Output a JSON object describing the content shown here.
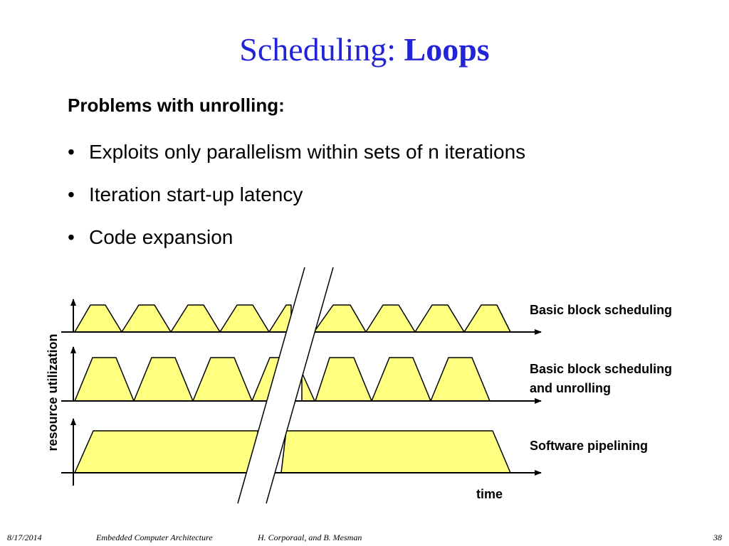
{
  "slide": {
    "title_prefix": "Scheduling: ",
    "title_bold": "Loops",
    "subheading": "Problems with unrolling:",
    "bullets": [
      "Exploits only parallelism within sets of n iterations",
      "Iteration start-up latency",
      "Code expansion"
    ]
  },
  "diagram": {
    "y_axis_label": "resource utilization",
    "x_axis_label": "time",
    "rows": [
      {
        "label_lines": [
          "Basic block scheduling"
        ]
      },
      {
        "label_lines": [
          "Basic block scheduling",
          "and unrolling"
        ]
      },
      {
        "label_lines": [
          "Software pipelining"
        ]
      }
    ],
    "fill_color": "#ffff80"
  },
  "footer": {
    "date": "8/17/2014",
    "course": "Embedded Computer Architecture",
    "authors": "H. Corporaal, and B. Mesman",
    "page": "38"
  }
}
